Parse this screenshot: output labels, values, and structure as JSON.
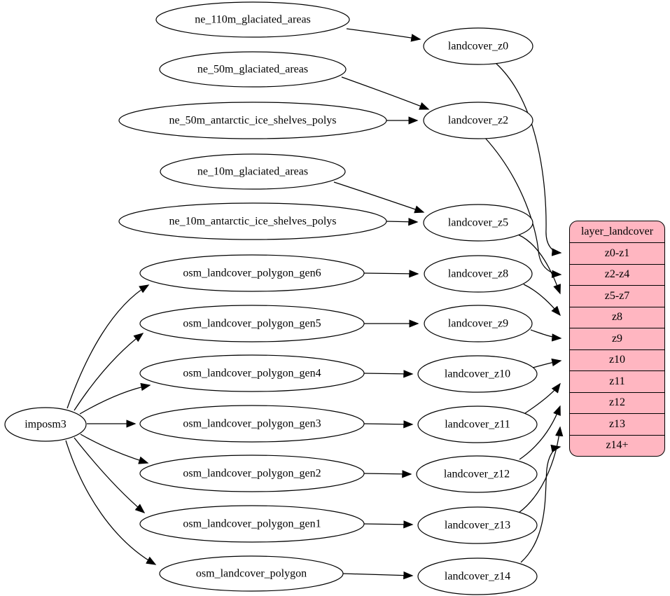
{
  "diagram": {
    "colors": {
      "background": "#ffffff",
      "node_fill": "#ffffff",
      "node_stroke": "#000000",
      "edge_color": "#000000",
      "table_fill": "#ffb6c1",
      "table_stroke": "#000000",
      "text_color": "#000000"
    },
    "nodes": [
      {
        "id": "imposm3",
        "label": "imposm3"
      },
      {
        "id": "ne_110m_glaciated_areas",
        "label": "ne_110m_glaciated_areas"
      },
      {
        "id": "ne_50m_glaciated_areas",
        "label": "ne_50m_glaciated_areas"
      },
      {
        "id": "ne_50m_antarctic_ice_shelves_polys",
        "label": "ne_50m_antarctic_ice_shelves_polys"
      },
      {
        "id": "ne_10m_glaciated_areas",
        "label": "ne_10m_glaciated_areas"
      },
      {
        "id": "ne_10m_antarctic_ice_shelves_polys",
        "label": "ne_10m_antarctic_ice_shelves_polys"
      },
      {
        "id": "osm_landcover_polygon_gen6",
        "label": "osm_landcover_polygon_gen6"
      },
      {
        "id": "osm_landcover_polygon_gen5",
        "label": "osm_landcover_polygon_gen5"
      },
      {
        "id": "osm_landcover_polygon_gen4",
        "label": "osm_landcover_polygon_gen4"
      },
      {
        "id": "osm_landcover_polygon_gen3",
        "label": "osm_landcover_polygon_gen3"
      },
      {
        "id": "osm_landcover_polygon_gen2",
        "label": "osm_landcover_polygon_gen2"
      },
      {
        "id": "osm_landcover_polygon_gen1",
        "label": "osm_landcover_polygon_gen1"
      },
      {
        "id": "osm_landcover_polygon",
        "label": "osm_landcover_polygon"
      },
      {
        "id": "landcover_z0",
        "label": "landcover_z0"
      },
      {
        "id": "landcover_z2",
        "label": "landcover_z2"
      },
      {
        "id": "landcover_z5",
        "label": "landcover_z5"
      },
      {
        "id": "landcover_z8",
        "label": "landcover_z8"
      },
      {
        "id": "landcover_z9",
        "label": "landcover_z9"
      },
      {
        "id": "landcover_z10",
        "label": "landcover_z10"
      },
      {
        "id": "landcover_z11",
        "label": "landcover_z11"
      },
      {
        "id": "landcover_z12",
        "label": "landcover_z12"
      },
      {
        "id": "landcover_z13",
        "label": "landcover_z13"
      },
      {
        "id": "landcover_z14",
        "label": "landcover_z14"
      }
    ],
    "table": {
      "id": "layer_landcover",
      "title": "layer_landcover",
      "rows": [
        "z0-z1",
        "z2-z4",
        "z5-z7",
        "z8",
        "z9",
        "z10",
        "z11",
        "z12",
        "z13",
        "z14+"
      ]
    },
    "edges": [
      {
        "from": "ne_110m_glaciated_areas",
        "to": "landcover_z0"
      },
      {
        "from": "ne_50m_glaciated_areas",
        "to": "landcover_z2"
      },
      {
        "from": "ne_50m_antarctic_ice_shelves_polys",
        "to": "landcover_z2"
      },
      {
        "from": "ne_10m_glaciated_areas",
        "to": "landcover_z5"
      },
      {
        "from": "ne_10m_antarctic_ice_shelves_polys",
        "to": "landcover_z5"
      },
      {
        "from": "osm_landcover_polygon_gen6",
        "to": "landcover_z8"
      },
      {
        "from": "osm_landcover_polygon_gen5",
        "to": "landcover_z9"
      },
      {
        "from": "osm_landcover_polygon_gen4",
        "to": "landcover_z10"
      },
      {
        "from": "osm_landcover_polygon_gen3",
        "to": "landcover_z11"
      },
      {
        "from": "osm_landcover_polygon_gen2",
        "to": "landcover_z12"
      },
      {
        "from": "osm_landcover_polygon_gen1",
        "to": "landcover_z13"
      },
      {
        "from": "osm_landcover_polygon",
        "to": "landcover_z14"
      },
      {
        "from": "imposm3",
        "to": "osm_landcover_polygon_gen6"
      },
      {
        "from": "imposm3",
        "to": "osm_landcover_polygon_gen5"
      },
      {
        "from": "imposm3",
        "to": "osm_landcover_polygon_gen4"
      },
      {
        "from": "imposm3",
        "to": "osm_landcover_polygon_gen3"
      },
      {
        "from": "imposm3",
        "to": "osm_landcover_polygon_gen2"
      },
      {
        "from": "imposm3",
        "to": "osm_landcover_polygon_gen1"
      },
      {
        "from": "imposm3",
        "to": "osm_landcover_polygon"
      },
      {
        "from": "landcover_z0",
        "to": "layer_landcover:z0-z1"
      },
      {
        "from": "landcover_z2",
        "to": "layer_landcover:z2-z4"
      },
      {
        "from": "landcover_z5",
        "to": "layer_landcover:z5-z7"
      },
      {
        "from": "landcover_z8",
        "to": "layer_landcover:z8"
      },
      {
        "from": "landcover_z9",
        "to": "layer_landcover:z9"
      },
      {
        "from": "landcover_z10",
        "to": "layer_landcover:z10"
      },
      {
        "from": "landcover_z11",
        "to": "layer_landcover:z11"
      },
      {
        "from": "landcover_z12",
        "to": "layer_landcover:z12"
      },
      {
        "from": "landcover_z13",
        "to": "layer_landcover:z13"
      },
      {
        "from": "landcover_z14",
        "to": "layer_landcover:z14+"
      }
    ]
  }
}
